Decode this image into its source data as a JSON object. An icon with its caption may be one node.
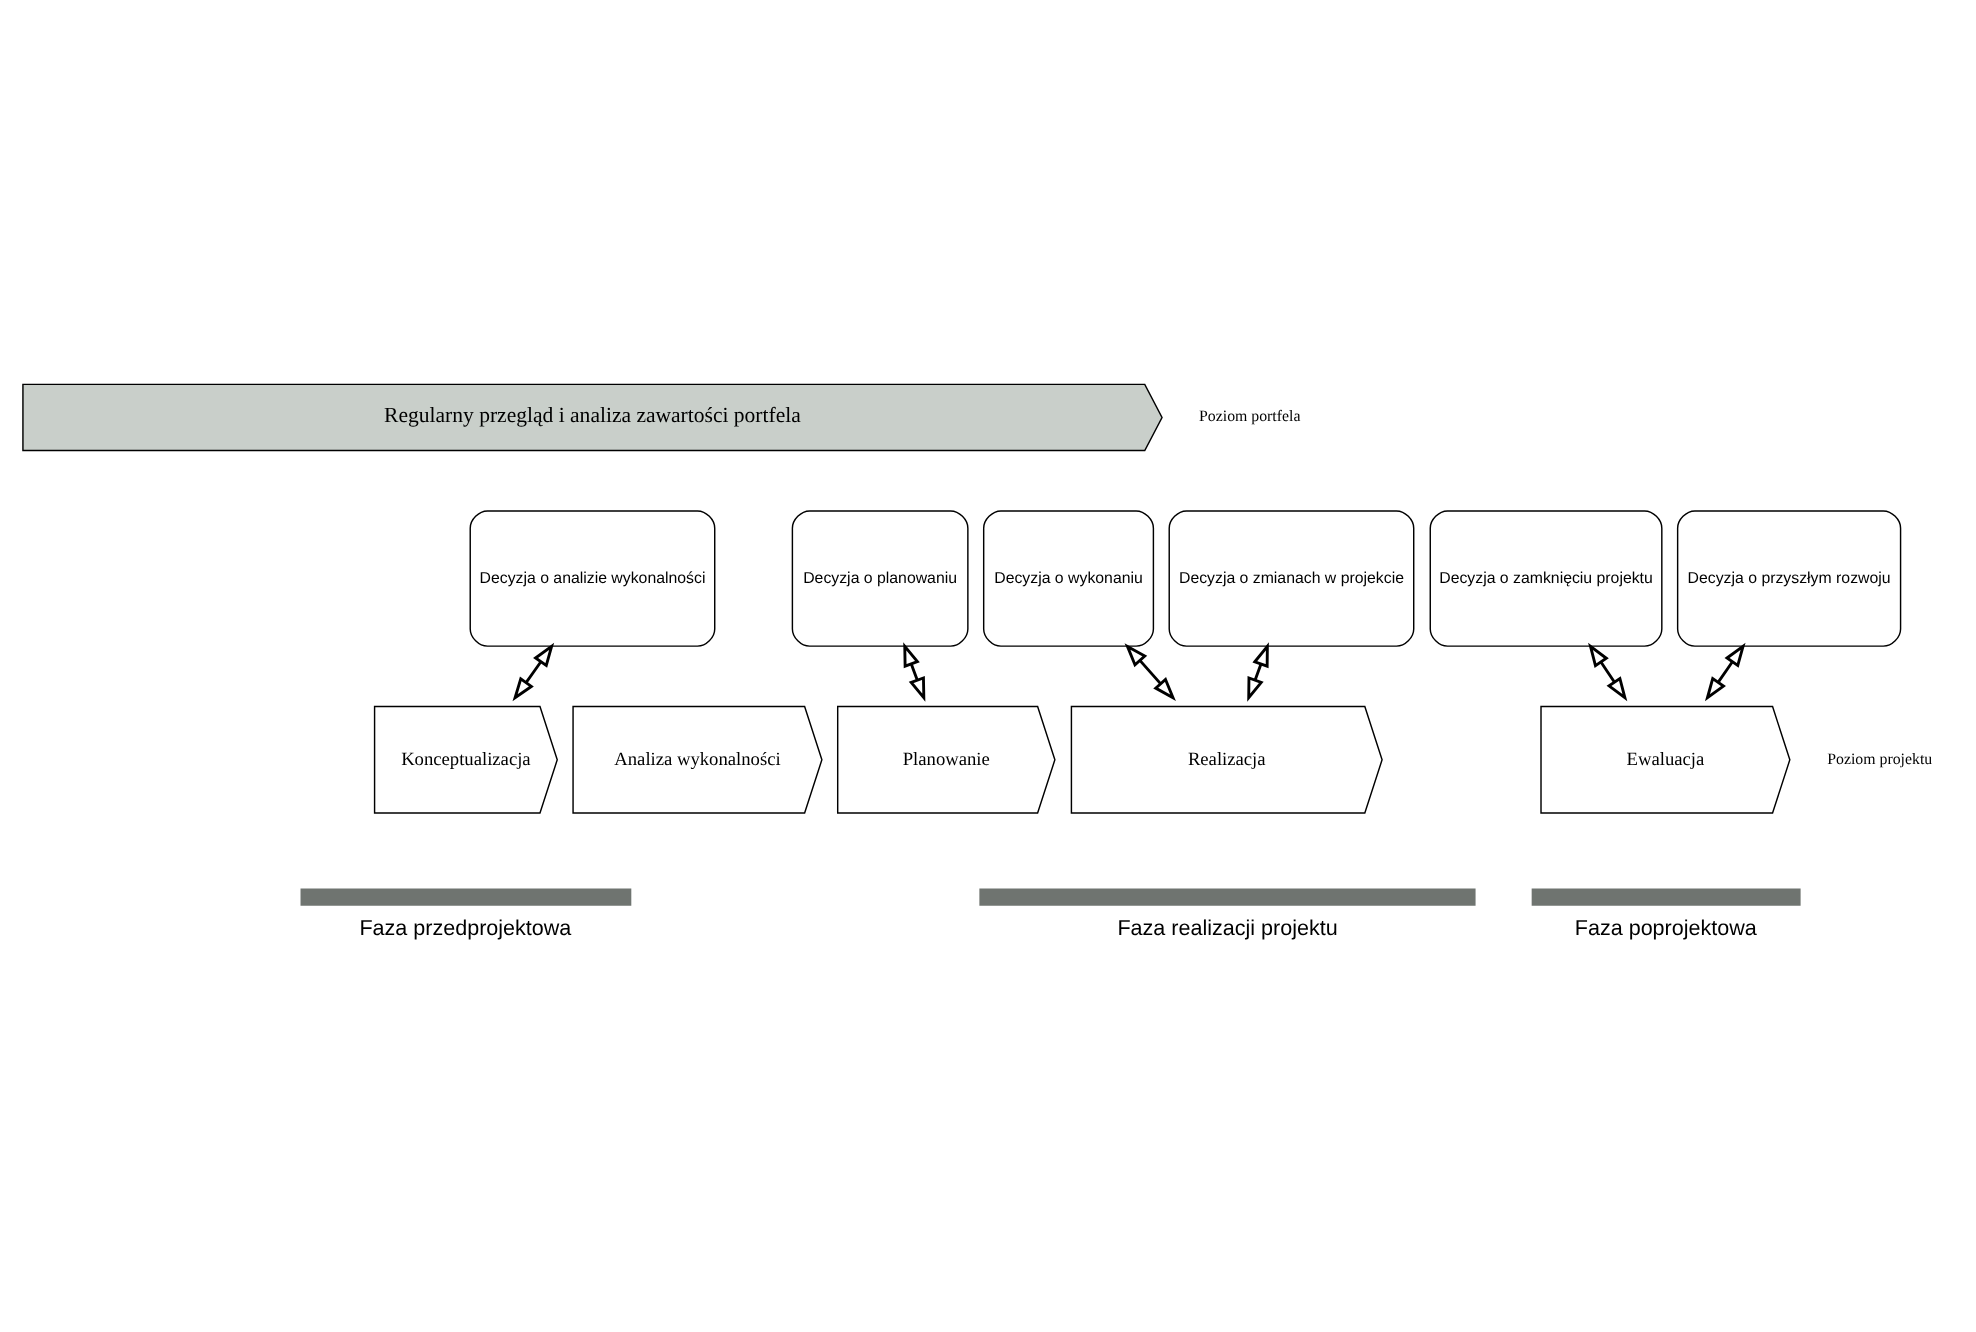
{
  "diagram": {
    "nodes": [
      {
        "text": [
          "Regularny przegląd i analiza zawartości portfela"
        ]
      },
      {
        "text": [
          "Decyzja o analizie wykonalności"
        ]
      },
      {
        "text": [
          "Decyzja o planowaniu"
        ]
      },
      {
        "text": [
          "Decyzja o wykonaniu"
        ]
      },
      {
        "text": [
          "Decyzja o zmianach w projekcie"
        ]
      },
      {
        "text": [
          "Decyzja o zamknięciu projektu"
        ]
      },
      {
        "text": [
          "Decyzja o przyszłym rozwoju"
        ]
      },
      {
        "text": [
          "Konceptualizacja"
        ]
      },
      {
        "text": [
          "Analiza wykonalności"
        ]
      },
      {
        "text": [
          "Planowanie"
        ]
      },
      {
        "text": [
          "Realizacja"
        ]
      },
      {
        "text": [
          "Ewaluacja"
        ]
      },
      {
        "text": [
          "Faza przedprojektowa"
        ]
      },
      {
        "text": [
          "Faza realizacji projektu"
        ]
      },
      {
        "text": [
          "Faza poprojektowa"
        ]
      }
    ],
    "edges": [
      {
        "from": 1,
        "to": 7,
        "arrow": "both"
      },
      {
        "from": 2,
        "to": 9,
        "arrow": "both"
      },
      {
        "from": 3,
        "to": 10,
        "arrow": "both"
      },
      {
        "from": 4,
        "to": 10,
        "arrow": "both"
      },
      {
        "from": 5,
        "to": 11,
        "arrow": "both"
      },
      {
        "from": 6,
        "to": 11,
        "arrow": "both"
      }
    ],
    "labels": [
      "Poziom portfela",
      "Poziom projektu"
    ]
  }
}
